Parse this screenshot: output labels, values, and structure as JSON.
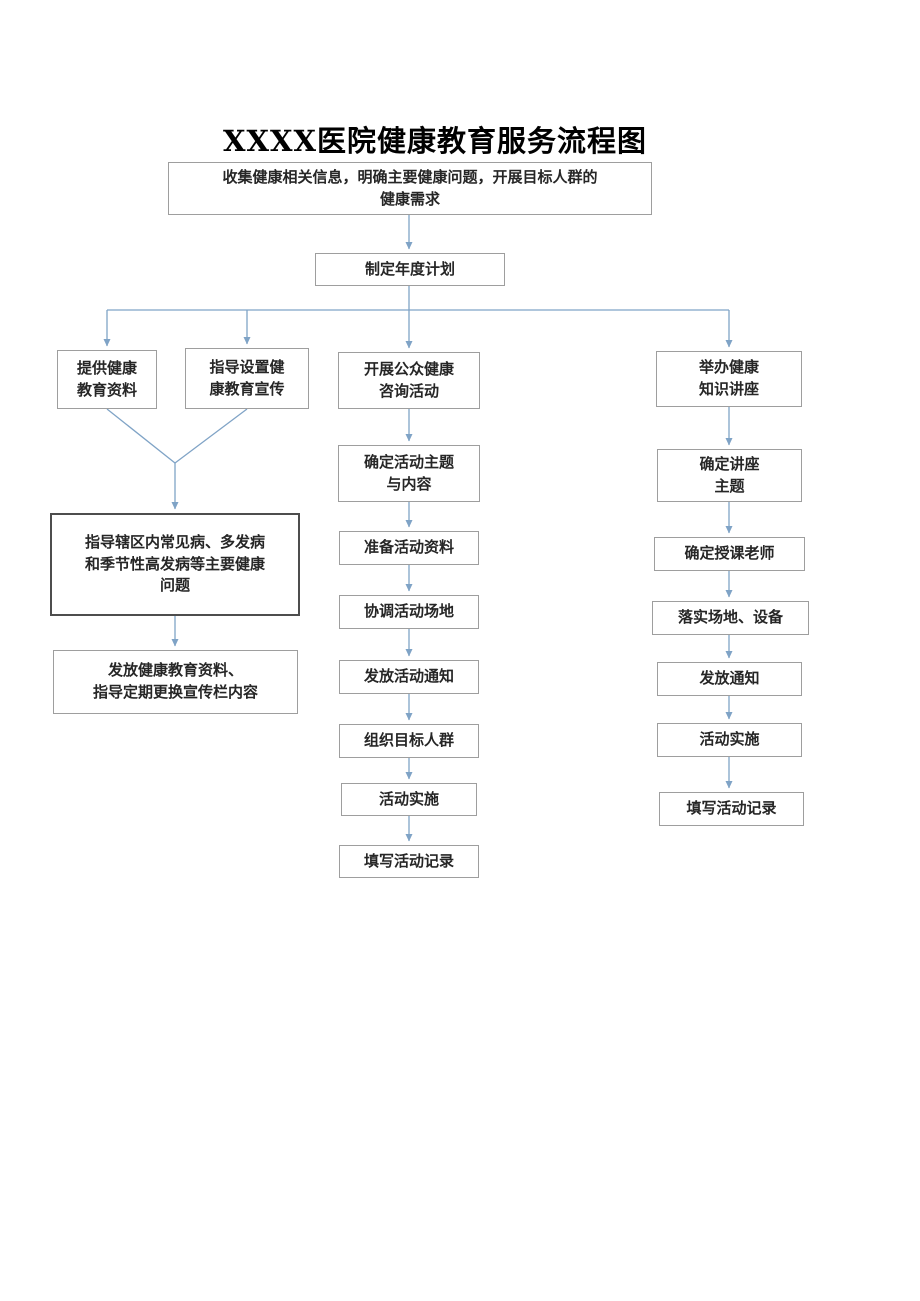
{
  "title": "XXXX医院健康教育服务流程图",
  "nodes": {
    "collect_info": "收集健康相关信息，明确主要健康问题，开展目标人群的\n健康需求",
    "annual_plan": "制定年度计划",
    "provide_materials": "提供健康\n教育资料",
    "guide_publicity": "指导设置健\n康教育宣传",
    "public_consult": "开展公众健康\n咨询活动",
    "health_lecture": "举办健康\n知识讲座",
    "area_health_problems": "指导辖区内常见病、多发病\n和季节性高发病等主要健康\n问题",
    "distribute_materials": "发放健康教育资料、\n指导定期更换宣传栏内容",
    "activity_theme": "确定活动主题\n与内容",
    "prepare_materials": "准备活动资料",
    "coordinate_venue": "协调活动场地",
    "activity_notice": "发放活动通知",
    "organize_target_group": "组织目标人群",
    "implement_mid": "活动实施",
    "record_mid": "填写活动记录",
    "lecture_theme": "确定讲座\n主题",
    "lecture_teacher": "确定授课老师",
    "venue_equipment": "落实场地、设备",
    "notice_right": "发放通知",
    "implement_right": "活动实施",
    "record_right": "填写活动记录"
  },
  "colors": {
    "connector": "#7fa3c6",
    "box_border": "#9e9e9e",
    "emphasis_border": "#4d4d4d",
    "text": "#262626"
  }
}
